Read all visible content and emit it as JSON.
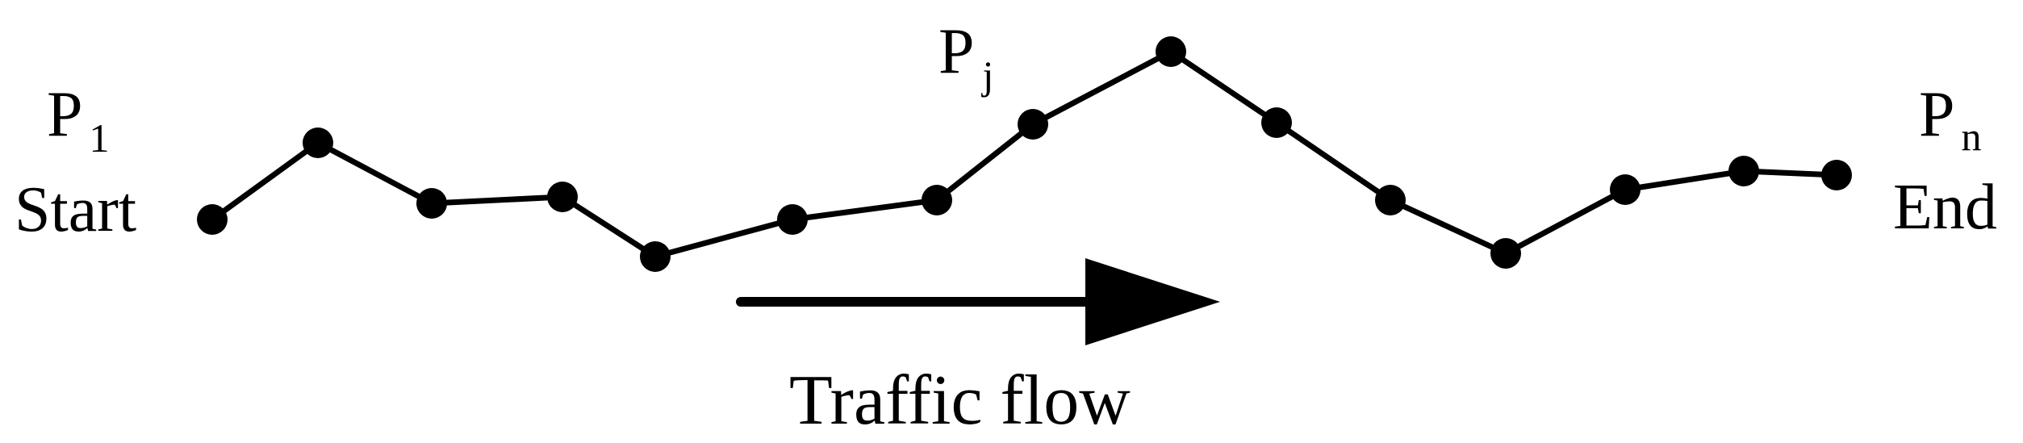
{
  "diagram": {
    "labels": {
      "start_point": "P",
      "start_point_sub": "1",
      "start_text": "Start",
      "mid_point": "P",
      "mid_point_sub": "j",
      "end_point": "P",
      "end_point_sub": "n",
      "end_text": "End",
      "flow_text": "Traffic flow"
    },
    "colors": {
      "ink": "#000000",
      "background": "#ffffff"
    },
    "path": {
      "node_count": 15,
      "direction": "left-to-right"
    },
    "arrow": {
      "direction": "right"
    }
  }
}
